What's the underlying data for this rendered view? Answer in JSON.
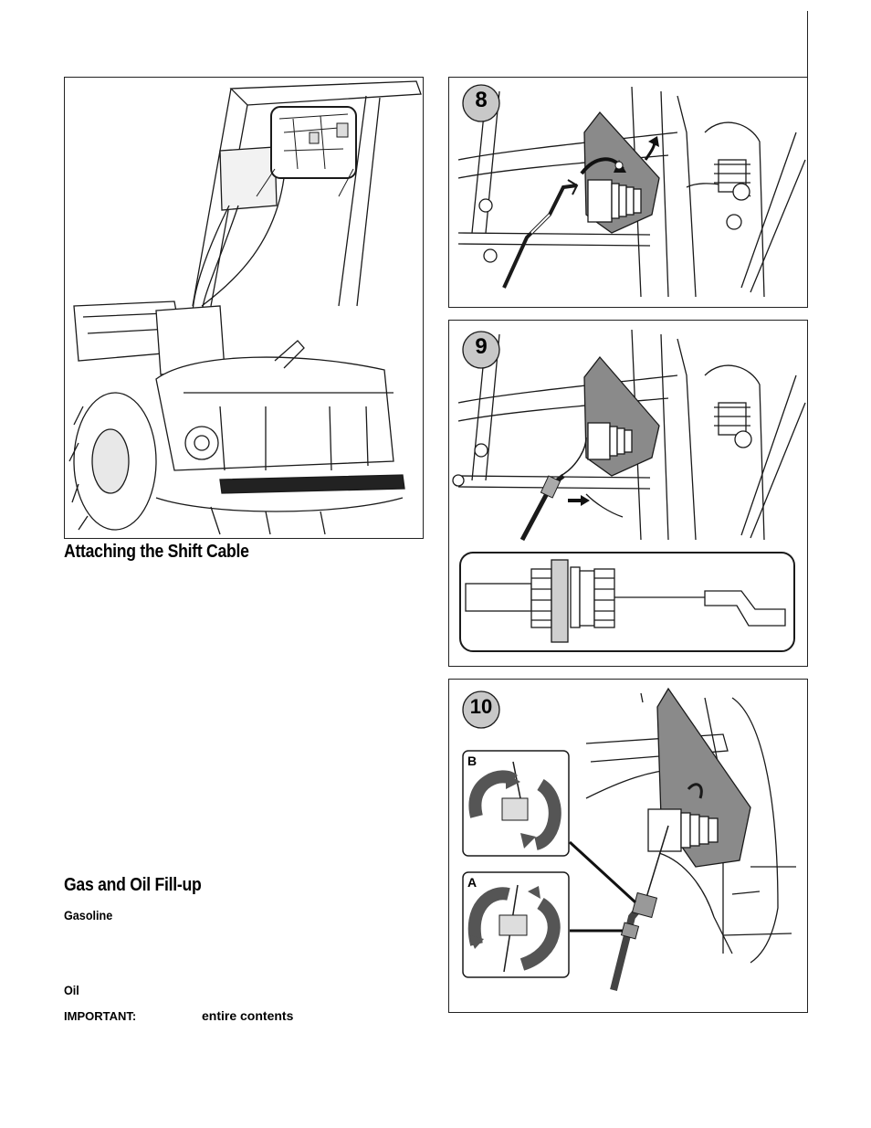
{
  "sections": {
    "shift_cable": {
      "title": "Attaching the Shift Cable"
    },
    "gas_oil": {
      "title": "Gas and Oil Fill-up",
      "gasoline_label": "Gasoline",
      "oil_label": "Oil",
      "important_label": "IMPORTANT:",
      "important_emphasis": "entire contents"
    }
  },
  "figures": {
    "fig8": {
      "number": "8"
    },
    "fig9": {
      "number": "9"
    },
    "fig10": {
      "number": "10",
      "inset_b_label": "B",
      "inset_a_label": "A"
    }
  },
  "colors": {
    "badge_fill": "#c8c8c8",
    "bracket_fill": "#8a8a8a",
    "line": "#1a1a1a"
  }
}
